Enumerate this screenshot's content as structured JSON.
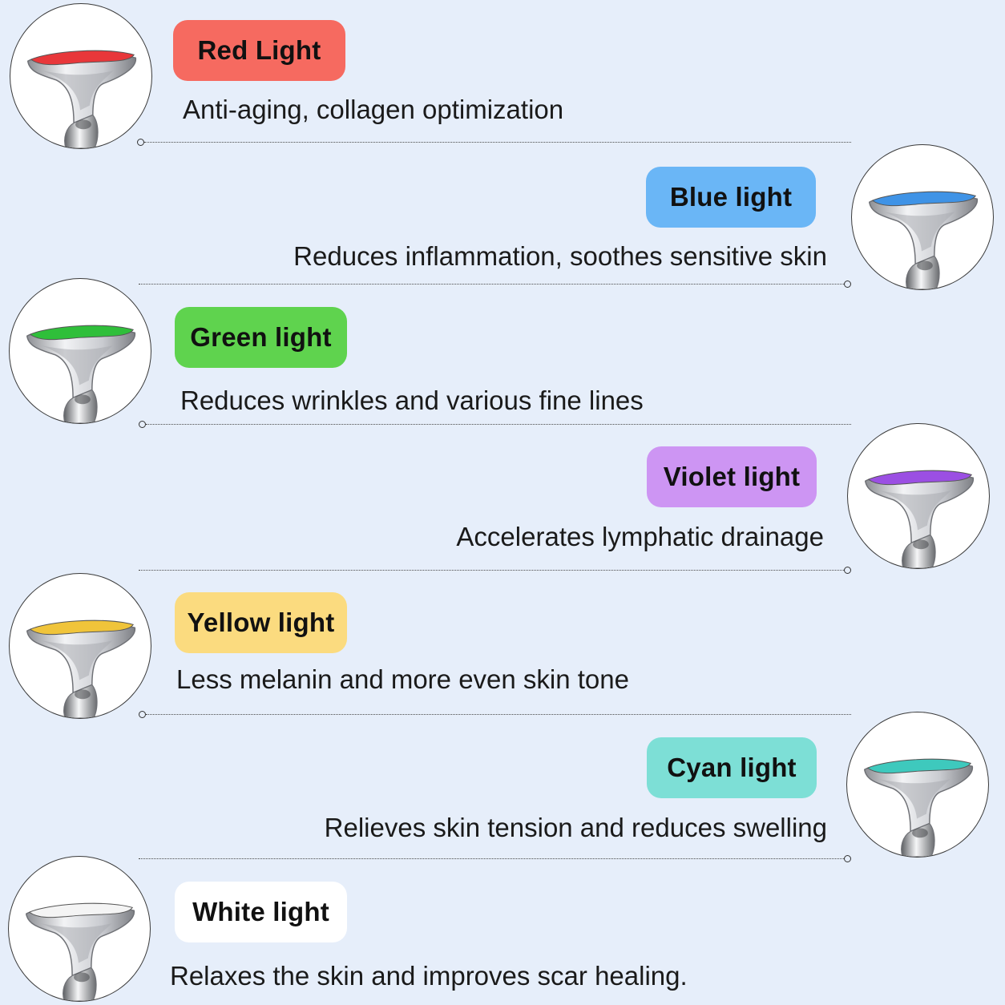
{
  "lights": [
    {
      "label": "Red Light",
      "description": "Anti-aging, collagen optimization",
      "pill_color": "#f66a60",
      "led_color": "#e8373a",
      "icon": "neck-massager-red-icon"
    },
    {
      "label": "Blue light",
      "description": "Reduces inflammation, soothes sensitive skin",
      "pill_color": "#6ab6f6",
      "led_color": "#3f93e6",
      "icon": "neck-massager-blue-icon"
    },
    {
      "label": "Green light",
      "description": "Reduces wrinkles and various fine lines",
      "pill_color": "#5fd34e",
      "led_color": "#2fbf3a",
      "icon": "neck-massager-green-icon"
    },
    {
      "label": "Violet light",
      "description": "Accelerates lymphatic drainage",
      "pill_color": "#cd95f3",
      "led_color": "#9b4fe3",
      "icon": "neck-massager-violet-icon"
    },
    {
      "label": "Yellow light",
      "description": "Less melanin and more even skin tone",
      "pill_color": "#fbdb7f",
      "led_color": "#f0c43a",
      "icon": "neck-massager-yellow-icon"
    },
    {
      "label": "Cyan light",
      "description": "Relieves skin tension and reduces swelling",
      "pill_color": "#7ddfd6",
      "led_color": "#3ec9bd",
      "icon": "neck-massager-cyan-icon"
    },
    {
      "label": "White light",
      "description": "Relaxes the skin and improves scar healing.",
      "pill_color": "#ffffff",
      "led_color": "#f4f4f4",
      "icon": "neck-massager-white-icon"
    }
  ]
}
